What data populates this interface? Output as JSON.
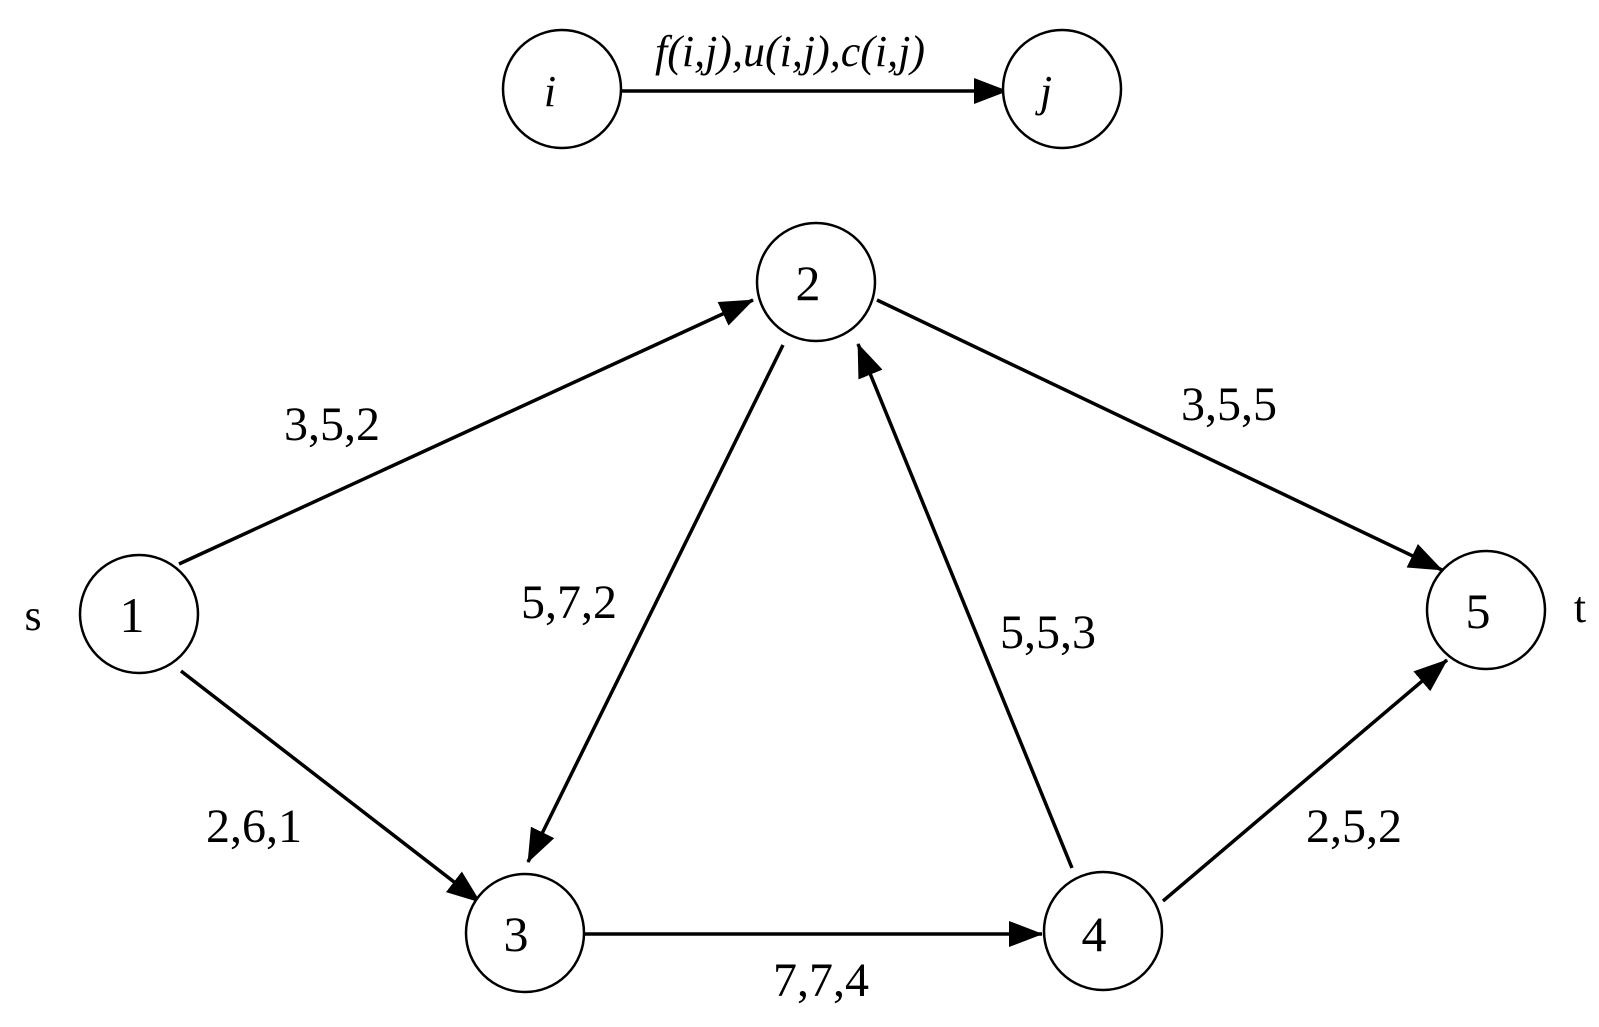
{
  "legend": {
    "source_node": "i",
    "target_node": "j",
    "edge_label": "f(i,j),u(i,j),c(i,j)"
  },
  "terminals": {
    "source": "s",
    "sink": "t"
  },
  "nodes": [
    {
      "id": "1",
      "label": "1"
    },
    {
      "id": "2",
      "label": "2"
    },
    {
      "id": "3",
      "label": "3"
    },
    {
      "id": "4",
      "label": "4"
    },
    {
      "id": "5",
      "label": "5"
    }
  ],
  "edges": [
    {
      "from": "1",
      "to": "2",
      "label": "3,5,2"
    },
    {
      "from": "1",
      "to": "3",
      "label": "2,6,1"
    },
    {
      "from": "2",
      "to": "3",
      "label": "5,7,2"
    },
    {
      "from": "2",
      "to": "5",
      "label": "3,5,5"
    },
    {
      "from": "4",
      "to": "2",
      "label": "5,5,3"
    },
    {
      "from": "3",
      "to": "4",
      "label": "7,7,4"
    },
    {
      "from": "4",
      "to": "5",
      "label": "2,5,2"
    }
  ]
}
